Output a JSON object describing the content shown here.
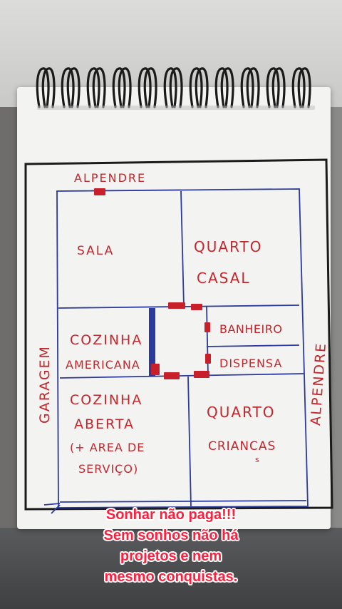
{
  "plan": {
    "labels": {
      "alpendre_top": "ALPENDRE",
      "sala": "SALA",
      "quarto_casal_1": "QUARTO",
      "quarto_casal_2": "CASAL",
      "cozinha_americana_1": "COZINHA",
      "cozinha_americana_2": "AMERICANA",
      "banheiro": "BANHEIRO",
      "dispensa": "DISPENSA",
      "garagem": "GARAGEM",
      "alpendre_right": "ALPENDRE",
      "cozinha_aberta_1": "COZINHA",
      "cozinha_aberta_2": "ABERTA",
      "cozinha_aberta_3": "(+ AREA DE",
      "cozinha_aberta_4": "SERVIÇO)",
      "quarto_criancas_1": "QUARTO",
      "quarto_criancas_2": "CRIANCAS",
      "quarto_criancas_s": "s"
    },
    "colors": {
      "ink_red": "#c0282e",
      "ink_blue": "#2b3a9c",
      "marker_red": "#c8202a"
    }
  },
  "caption": {
    "line1": "Sonhar não paga!!!",
    "line2": "Sem sonhos não há",
    "line3": "projetos e nem",
    "line4": "mesmo conquistas."
  }
}
